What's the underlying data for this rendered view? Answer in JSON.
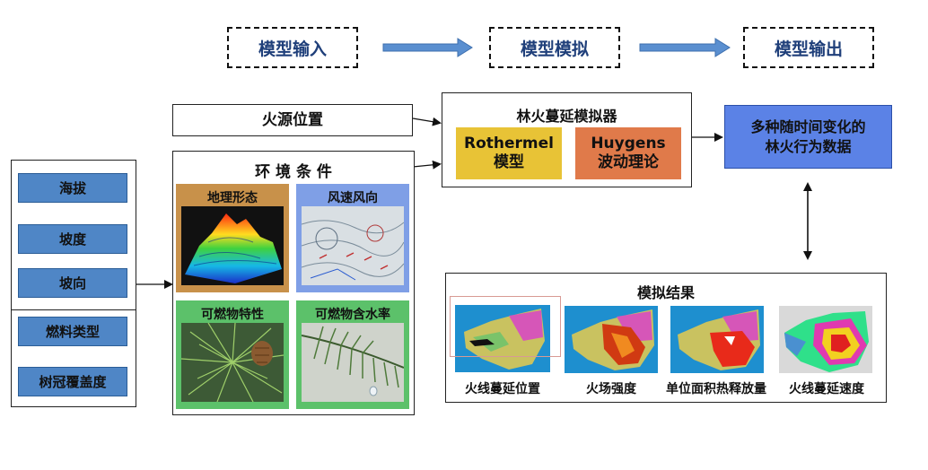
{
  "stages": {
    "input": "模型输入",
    "simulation": "模型模拟",
    "output": "模型输出"
  },
  "fire_source": "火源位置",
  "environment": {
    "title": "环 境 条 件",
    "tiles": [
      {
        "label": "地理形态",
        "color": "#c8914a"
      },
      {
        "label": "风速风向",
        "color": "#7f9fe6"
      },
      {
        "label": "可燃物特性",
        "color": "#5cc16a"
      },
      {
        "label": "可燃物含水率",
        "color": "#5cc16a"
      }
    ]
  },
  "terrain_factors": [
    "海拔",
    "坡度",
    "坡向"
  ],
  "fuel_factors": [
    "燃料类型",
    "树冠覆盖度"
  ],
  "simulator": {
    "title": "林火蔓延模拟器",
    "models": [
      {
        "name": "Rothermel",
        "sub": "模型",
        "color": "#e8c336"
      },
      {
        "name": "Huygens",
        "sub": "波动理论",
        "color": "#e07a4a"
      }
    ]
  },
  "output_box": {
    "line1": "多种随时间变化的",
    "line2": "林火行为数据",
    "color": "#5b82e6"
  },
  "results": {
    "title": "模拟结果",
    "items": [
      "火线蔓延位置",
      "火场强度",
      "单位面积热释放量",
      "火线蔓延速度"
    ]
  }
}
